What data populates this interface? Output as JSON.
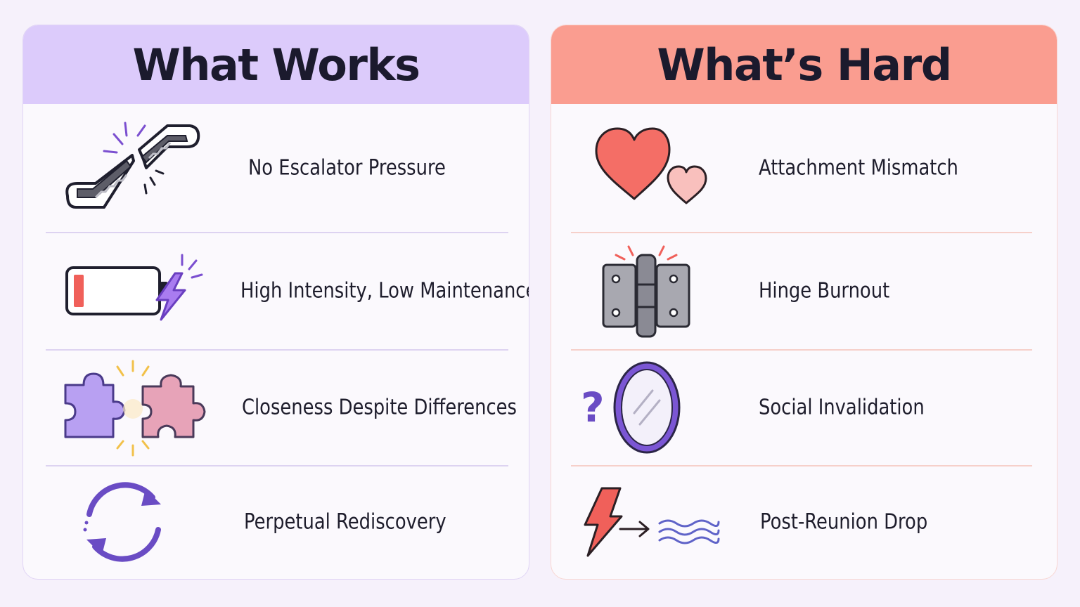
{
  "works": {
    "title": "What Works",
    "items": [
      {
        "label": "No Escalator Pressure",
        "icon": "broken-escalator-icon"
      },
      {
        "label": "High Intensity, Low Maintenance",
        "icon": "low-battery-lightning-icon"
      },
      {
        "label": "Closeness Despite Differences",
        "icon": "puzzle-pieces-icon"
      },
      {
        "label": "Perpetual Rediscovery",
        "icon": "refresh-cycle-icon"
      }
    ]
  },
  "hard": {
    "title": "What’s Hard",
    "items": [
      {
        "label": "Attachment Mismatch",
        "icon": "two-hearts-icon"
      },
      {
        "label": "Hinge Burnout",
        "icon": "hinge-icon"
      },
      {
        "label": "Social Invalidation",
        "icon": "mirror-question-icon"
      },
      {
        "label": "Post-Reunion Drop",
        "icon": "lightning-to-waves-icon"
      }
    ]
  },
  "colors": {
    "works_header": "#dccbfb",
    "hard_header": "#fa9d90",
    "purple_accent": "#7b4fd0",
    "red_accent": "#f0605a"
  }
}
